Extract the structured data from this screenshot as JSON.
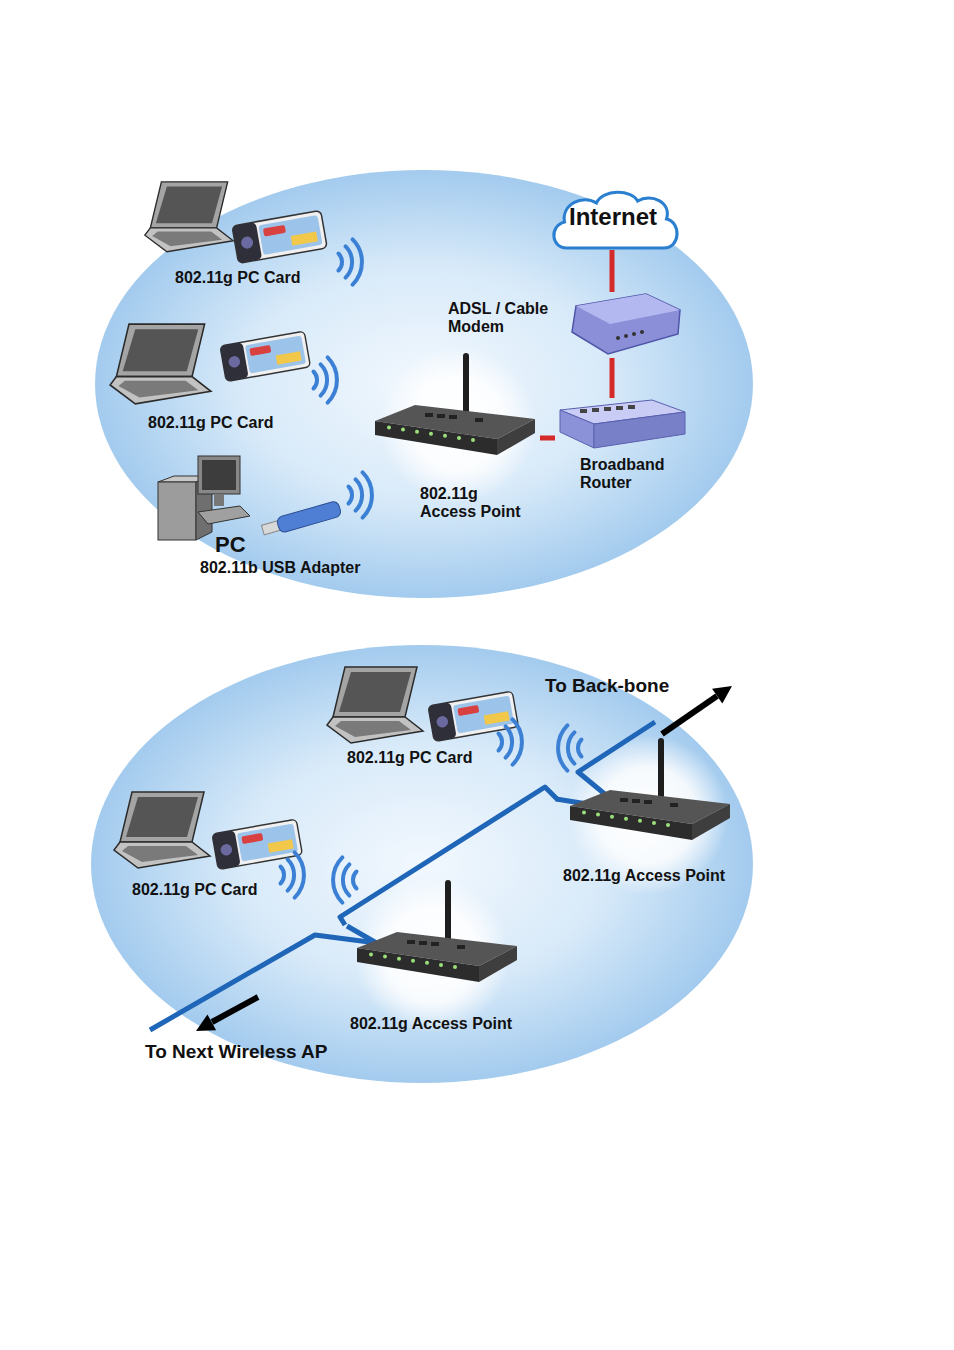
{
  "diagram": {
    "nodes": [
      {
        "text": [
          "802.11g PC Card"
        ]
      },
      {
        "text": [
          "Internet"
        ]
      },
      {
        "text": [
          "ADSL / Cable Modem"
        ]
      },
      {
        "text": [
          "802.11g PC Card"
        ]
      },
      {
        "text": [
          "802.11g Access Point"
        ]
      },
      {
        "text": [
          "Broadband Router"
        ]
      },
      {
        "text": [
          "PC",
          "802.11b USB Adapter"
        ]
      },
      {
        "text": [
          "802.11g PC Card"
        ]
      },
      {
        "text": [
          "802.11g Access Point"
        ]
      },
      {
        "text": [
          "802.11g PC Card"
        ]
      },
      {
        "text": [
          "802.11g Access Point"
        ]
      }
    ],
    "edges": [
      {
        "from": 1,
        "to": 2,
        "arrow": "none"
      },
      {
        "from": 2,
        "to": 5,
        "arrow": "none"
      },
      {
        "from": 5,
        "to": 4,
        "arrow": "none"
      },
      {
        "from": 10,
        "to": 8,
        "arrow": "none"
      }
    ],
    "labels": [
      "To Back-bone",
      "To Next Wireless AP"
    ]
  }
}
